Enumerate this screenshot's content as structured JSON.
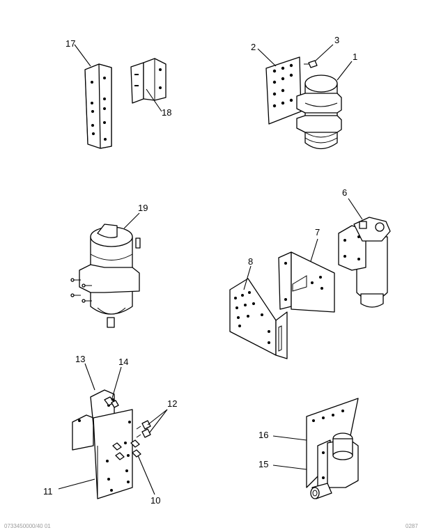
{
  "callouts": {
    "c1": "1",
    "c2": "2",
    "c3": "3",
    "c6": "6",
    "c7": "7",
    "c8": "8",
    "c10": "10",
    "c11": "11",
    "c12": "12",
    "c13": "13",
    "c14": "14",
    "c15": "15",
    "c16": "16",
    "c17": "17",
    "c18": "18",
    "c19": "19"
  },
  "footer": {
    "left": "0733450000/40 01",
    "right": "0287"
  }
}
